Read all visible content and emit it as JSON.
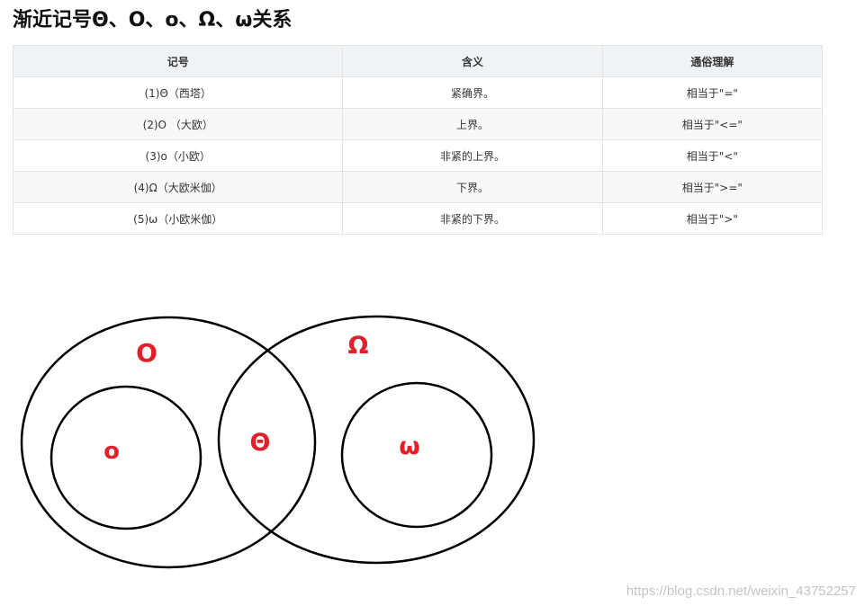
{
  "page": {
    "title": "渐近记号Θ、O、o、Ω、ω关系"
  },
  "table": {
    "headers": [
      "记号",
      "含义",
      "通俗理解"
    ],
    "rows": [
      [
        "(1)Θ（西塔）",
        "紧确界。",
        "相当于\"=\""
      ],
      [
        "(2)O （大欧）",
        "上界。",
        "相当于\"<=\""
      ],
      [
        "(3)o（小欧）",
        "非紧的上界。",
        "相当于\"<\""
      ],
      [
        "(4)Ω（大欧米伽）",
        "下界。",
        "相当于\">=\""
      ],
      [
        "(5)ω（小欧米伽）",
        "非紧的下界。",
        "相当于\">\""
      ]
    ]
  },
  "diagram": {
    "labels": {
      "big_o": "O",
      "little_o": "o",
      "theta": "Θ",
      "big_omega": "Ω",
      "little_omega": "ω"
    },
    "label_color": "#e0202a",
    "stroke_color": "#000000"
  },
  "watermark": "https://blog.csdn.net/weixin_43752257"
}
